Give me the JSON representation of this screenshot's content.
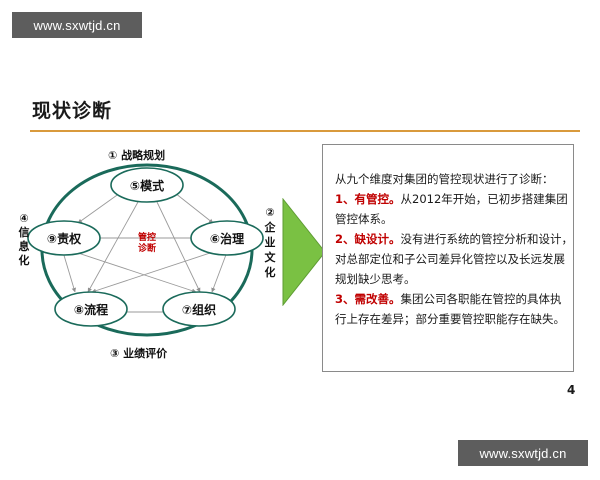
{
  "watermarks": {
    "top": "www.sxwtjd.cn",
    "bottom": "www.sxwtjd.cn"
  },
  "slide": {
    "title": "现状诊断",
    "page_number": "4",
    "accent_color": "#d99a3c",
    "highlight_color": "#c00000",
    "arrow_color": "#7ac143",
    "ellipse_color": "#1a6a5a"
  },
  "diagram": {
    "name": "管控诊断",
    "center_label_line1": "管控",
    "center_label_line2": "诊断",
    "outer_dimensions": [
      {
        "id": "1",
        "marker": "①",
        "label": "战略规划",
        "position": "top"
      },
      {
        "id": "2",
        "marker": "②",
        "label": "企业文化",
        "position": "right"
      },
      {
        "id": "3",
        "marker": "③",
        "label": "业绩评价",
        "position": "bottom"
      },
      {
        "id": "4",
        "marker": "④",
        "label": "信息化",
        "position": "left"
      }
    ],
    "nodes": [
      {
        "id": "5",
        "marker": "⑤",
        "label": "模式",
        "position": "top"
      },
      {
        "id": "6",
        "marker": "⑥",
        "label": "治理",
        "position": "right"
      },
      {
        "id": "7",
        "marker": "⑦",
        "label": "组织",
        "position": "bottom-right"
      },
      {
        "id": "8",
        "marker": "⑧",
        "label": "流程",
        "position": "bottom-left"
      },
      {
        "id": "9",
        "marker": "⑨",
        "label": "责权",
        "position": "left"
      }
    ]
  },
  "textbox": {
    "intro": "从九个维度对集团的管控现状进行了诊断：",
    "items": [
      {
        "lead": "1、有管控。",
        "body_lines": [
          "从2012年开始，已初步搭建集团",
          "管控体系。"
        ]
      },
      {
        "lead": "2、缺设计。",
        "body_lines": [
          "没有进行系统的管控分析和设计，",
          "对总部定位和子公司差异化管控以及长远发展",
          "规划缺少思考。"
        ]
      },
      {
        "lead": "3、需改善。",
        "body_lines": [
          "集团公司各职能在管控的具体执",
          "行上存在差异；部分重要管控职能存在缺失。"
        ]
      }
    ]
  }
}
